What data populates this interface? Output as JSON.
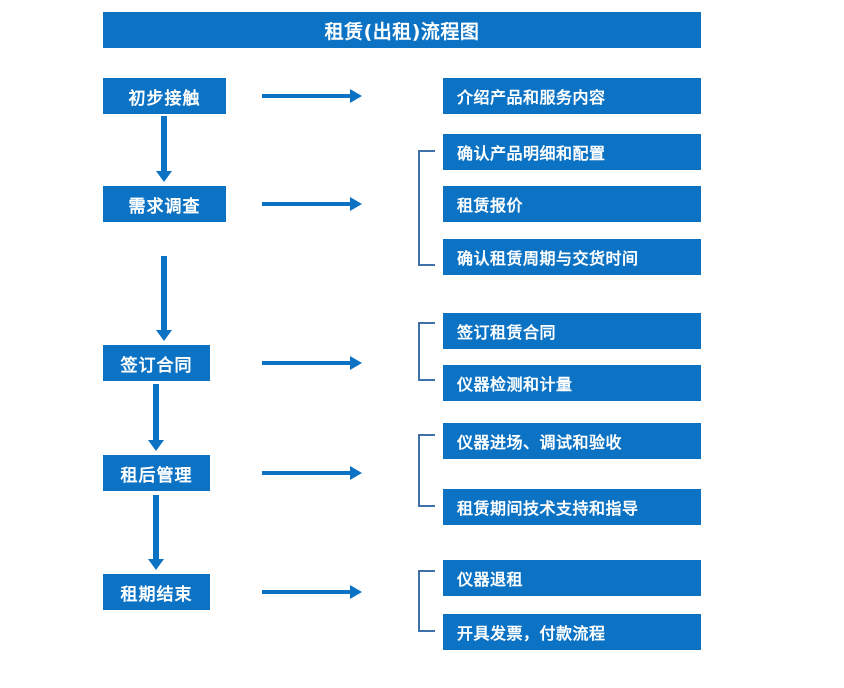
{
  "title": "租赁(出租)流程图",
  "colors": {
    "box_blue": "#0b72c4",
    "bracket_blue": "#3f72aa",
    "text": "#ffffff",
    "background": "#ffffff"
  },
  "stages": [
    {
      "label": "初步接触"
    },
    {
      "label": "需求调查"
    },
    {
      "label": "签订合同"
    },
    {
      "label": "租后管理"
    },
    {
      "label": "租期结束"
    }
  ],
  "details": [
    {
      "label": "介绍产品和服务内容"
    },
    {
      "label": "确认产品明细和配置"
    },
    {
      "label": "租赁报价"
    },
    {
      "label": "确认租赁周期与交货时间"
    },
    {
      "label": "签订租赁合同"
    },
    {
      "label": "仪器检测和计量"
    },
    {
      "label": "仪器进场、调试和验收"
    },
    {
      "label": "租赁期间技术支持和指导"
    },
    {
      "label": "仪器退租"
    },
    {
      "label": "开具发票，付款流程"
    }
  ],
  "connectors": {
    "right_arrow_count": 5,
    "down_arrow_count": 4,
    "bracket_count": 4
  }
}
